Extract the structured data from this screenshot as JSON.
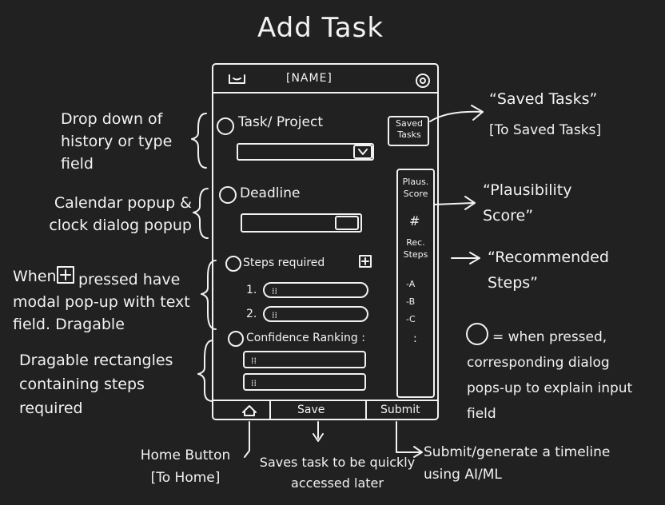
{
  "title": "Add Task",
  "phone": {
    "header_name": "[NAME]",
    "task_label": "Task/ Project",
    "saved_tasks_button": "Saved Tasks",
    "deadline_label": "Deadline",
    "steps_label": "Steps required",
    "step_items": [
      "1.",
      "2."
    ],
    "confidence_label": "Confidence Ranking :",
    "footer_save": "Save",
    "footer_submit": "Submit",
    "side_panel": {
      "plaus_label": "Plaus. Score",
      "plaus_value": "#",
      "rec_label": "Rec. Steps",
      "rec_items": [
        "-A",
        "-B",
        "-C",
        ":"
      ]
    }
  },
  "annotations": {
    "task_field": "Drop down of history or type field",
    "deadline": "Calendar popup & clock dialog popup",
    "steps_line1": "When",
    "steps_line2": "pressed have modal pop-up with text field. Dragable",
    "confidence": "Dragable rectangles containing steps required",
    "saved_tasks_title": "“Saved Tasks”",
    "saved_tasks_target": "[To Saved Tasks]",
    "plausibility": "“Plausibility Score”",
    "recommended": "“Recommended Steps”",
    "help_icon_note": "= when pressed, corresponding dialog pops-up to explain input field",
    "home_button": "Home Button [To Home]",
    "save_note": "Saves task to be quickly accessed later",
    "submit_note": "Submit/generate a timeline using AI/ML"
  }
}
